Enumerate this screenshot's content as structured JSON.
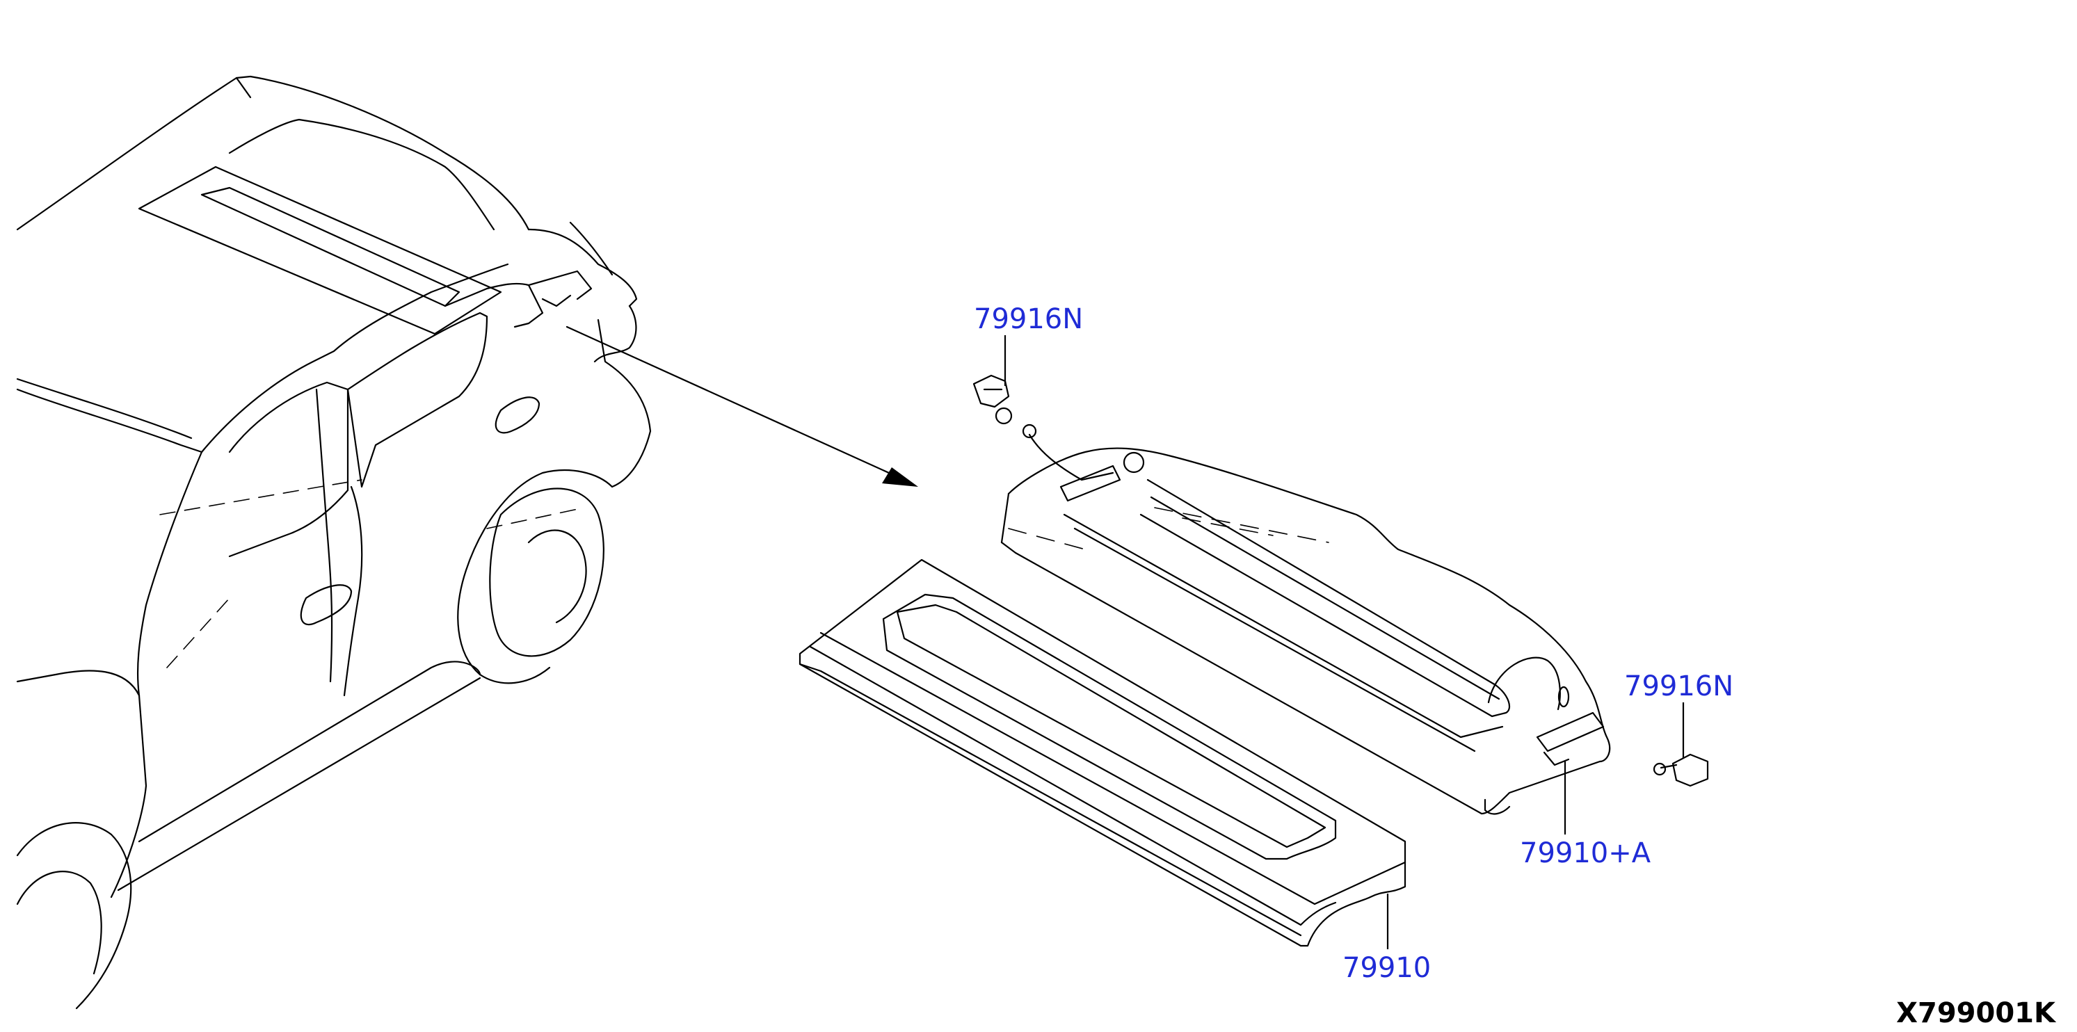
{
  "diagram": {
    "code": "X799001K",
    "callouts": {
      "clip_top": "79916N",
      "clip_right": "79916N",
      "board_assembly": "79910+A",
      "board_finisher": "79910"
    },
    "colors": {
      "callout": "#1f2bd6",
      "line": "#000000",
      "background": "#ffffff"
    }
  }
}
